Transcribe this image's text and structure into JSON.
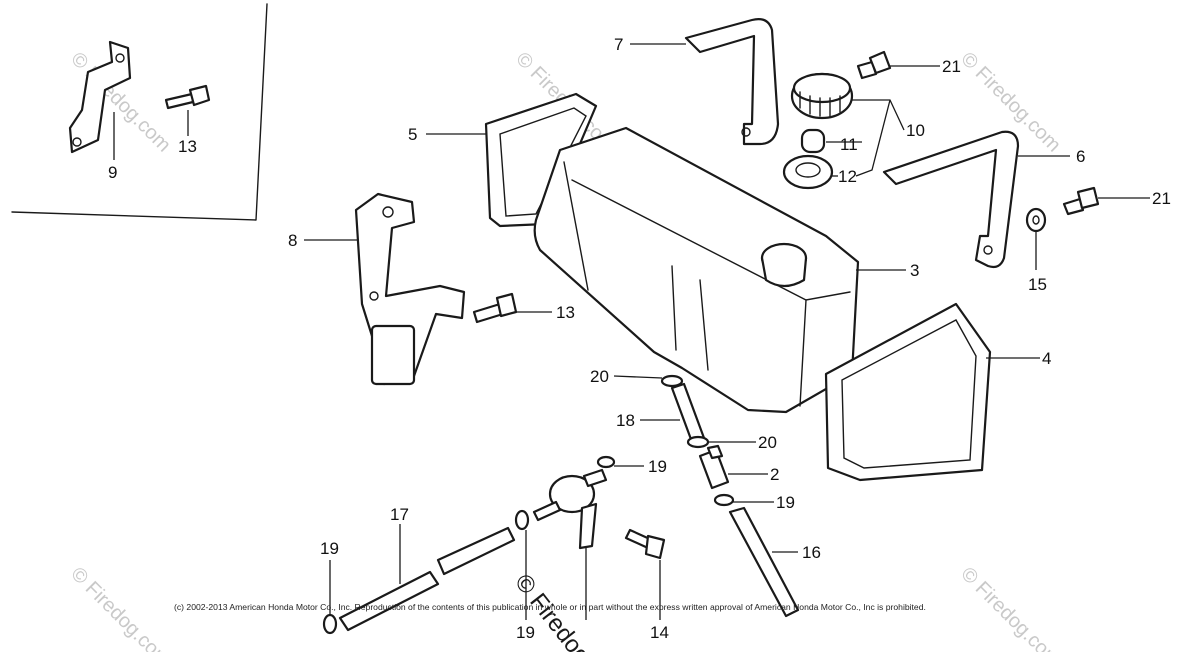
{
  "callouts": {
    "n2": "2",
    "n3": "3",
    "n4": "4",
    "n5": "5",
    "n6": "6",
    "n7": "7",
    "n8": "8",
    "n9": "9",
    "n10": "10",
    "n11": "11",
    "n12": "12",
    "n13a": "13",
    "n13b": "13",
    "n14": "14",
    "n15": "15",
    "n16": "16",
    "n17": "17",
    "n18": "18",
    "n19a": "19",
    "n19b": "19",
    "n19c": "19",
    "n19d": "19",
    "n20a": "20",
    "n20b": "20",
    "n21a": "21",
    "n21b": "21"
  },
  "watermark": {
    "text": "© Firedog.com",
    "bottom_text": "© Firedog"
  },
  "copyright": "(c) 2002-2013 American Honda Motor Co., Inc. Reproduction of the contents of this publication in whole or in part without the express written approval of American Honda Motor Co., Inc is prohibited.",
  "colors": {
    "ink": "#1a1a1a",
    "paper": "#ffffff",
    "watermark": "#c9c9c9"
  }
}
